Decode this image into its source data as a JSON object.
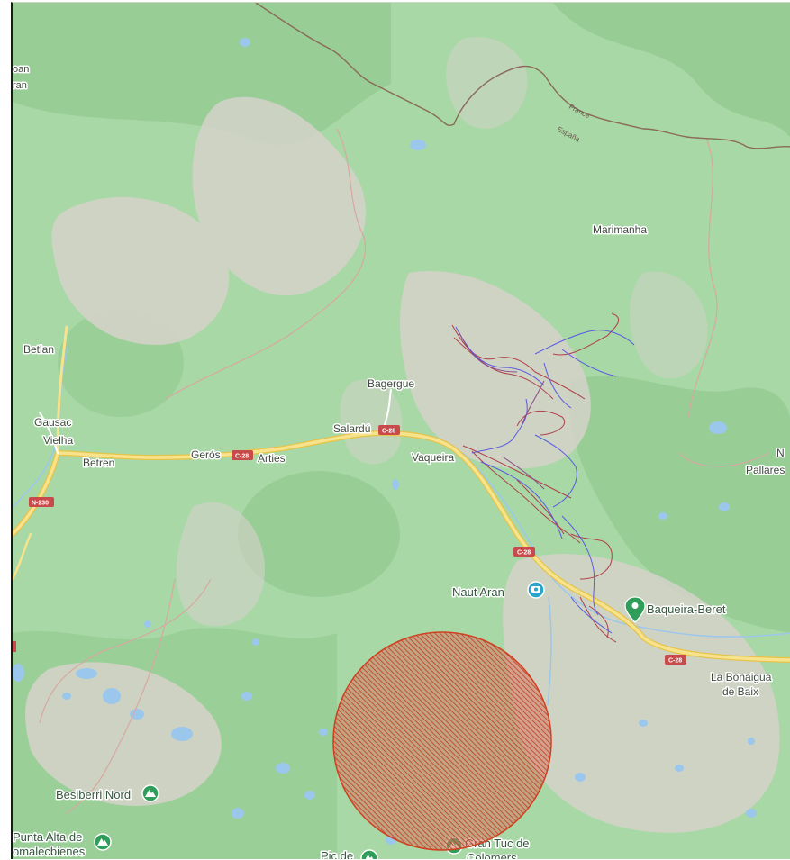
{
  "map": {
    "places": {
      "aran_1": "oan",
      "aran_2": "ran",
      "marimanha": "Marimanha",
      "betlan": "Betlan",
      "bagergue": "Bagergue",
      "gausac": "Gausac",
      "vielha": "Vielha",
      "betren": "Betren",
      "geros": "Gerós",
      "arties": "Arties",
      "salardu": "Salardú",
      "vaqueira": "Vaqueira",
      "pallars_1": "N",
      "pallars_2": "Pallares",
      "bonaigua_1": "La Bonaigua",
      "bonaigua_2": "de Baix"
    },
    "pois": {
      "naut_aran": "Naut Aran",
      "baqueira_beret": "Baqueira-Beret",
      "besiberri_nord": "Besiberri Nord",
      "punta_alta_1": "Punta Alta de",
      "punta_alta_2": "omalecbienes",
      "pic_de": "Pic de",
      "gran_tuc_1": "Gran Tuc de",
      "gran_tuc_2": "Colomers"
    },
    "roads": {
      "c28_a": "C-28",
      "c28_b": "C-28",
      "c28_c": "C-28",
      "c28_d": "C-28",
      "n230": "N-230"
    },
    "border": {
      "france": "France",
      "espana": "España"
    },
    "colors": {
      "forest": "#a8d8a6",
      "rock": "#d9d4cc",
      "water": "#9cc7ec",
      "road": "#f4d772",
      "road_shield": "#c94a4a",
      "border": "#8a6a58",
      "poi_pin": "#2f9e5a",
      "naut_aran_pin": "#2aa4c8",
      "circle_fill": "#c4543c",
      "circle_stroke": "#d04020",
      "ski_red": "#b0404a",
      "ski_blue": "#5a5ae0"
    }
  }
}
